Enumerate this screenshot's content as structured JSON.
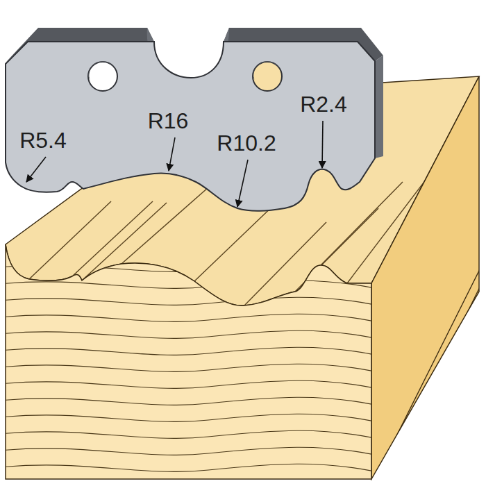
{
  "diagram": {
    "labels": [
      "R5.4",
      "R16",
      "R10.2",
      "R2.4"
    ]
  }
}
